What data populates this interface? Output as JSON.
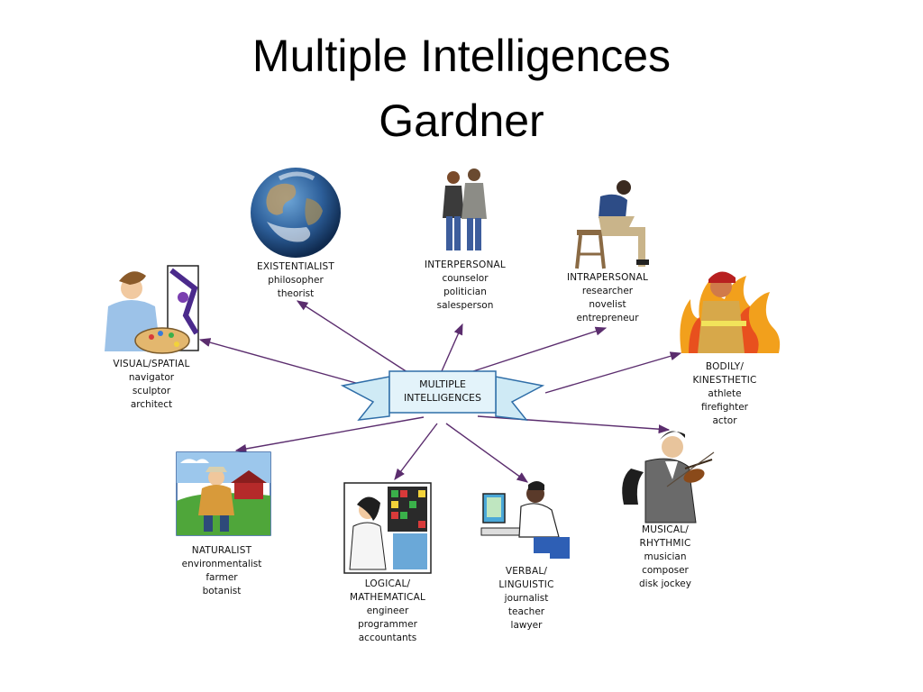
{
  "slide": {
    "title_line1": "Multiple Intelligences",
    "title_line2": "Gardner"
  },
  "center": {
    "line1": "MULTIPLE",
    "line2": "INTELLIGENCES"
  },
  "intelligences": [
    {
      "id": "existentialist",
      "heading": [
        "EXISTENTIALIST"
      ],
      "roles": [
        "philosopher",
        "theorist"
      ],
      "icon": "earth-globe-icon"
    },
    {
      "id": "interpersonal",
      "heading": [
        "INTERPERSONAL"
      ],
      "roles": [
        "counselor",
        "politician",
        "salesperson"
      ],
      "icon": "two-people-icon"
    },
    {
      "id": "intrapersonal",
      "heading": [
        "INTRAPERSONAL"
      ],
      "roles": [
        "researcher",
        "novelist",
        "entrepreneur"
      ],
      "icon": "thinking-man-icon"
    },
    {
      "id": "visual-spatial",
      "heading": [
        "VISUAL/SPATIAL"
      ],
      "roles": [
        "navigator",
        "sculptor",
        "architect"
      ],
      "icon": "painter-icon"
    },
    {
      "id": "bodily-kinesthetic",
      "heading": [
        "BODILY/",
        "KINESTHETIC"
      ],
      "roles": [
        "athlete",
        "firefighter",
        "actor"
      ],
      "icon": "firefighter-icon"
    },
    {
      "id": "naturalist",
      "heading": [
        "NATURALIST"
      ],
      "roles": [
        "environmentalist",
        "farmer",
        "botanist"
      ],
      "icon": "farmer-icon"
    },
    {
      "id": "logical-mathematical",
      "heading": [
        "LOGICAL/",
        "MATHEMATICAL"
      ],
      "roles": [
        "engineer",
        "programmer",
        "accountants"
      ],
      "icon": "computer-operator-icon"
    },
    {
      "id": "verbal-linguistic",
      "heading": [
        "VERBAL/",
        "LINGUISTIC"
      ],
      "roles": [
        "journalist",
        "teacher",
        "lawyer"
      ],
      "icon": "typist-icon"
    },
    {
      "id": "musical-rhythmic",
      "heading": [
        "MUSICAL/",
        "RHYTHMIC"
      ],
      "roles": [
        "musician",
        "composer",
        "disk jockey"
      ],
      "icon": "violinist-icon"
    }
  ],
  "colors": {
    "arrow": "#5b2d6e",
    "banner_fill": "#cfeaf5",
    "banner_stroke": "#2f6ea8"
  }
}
